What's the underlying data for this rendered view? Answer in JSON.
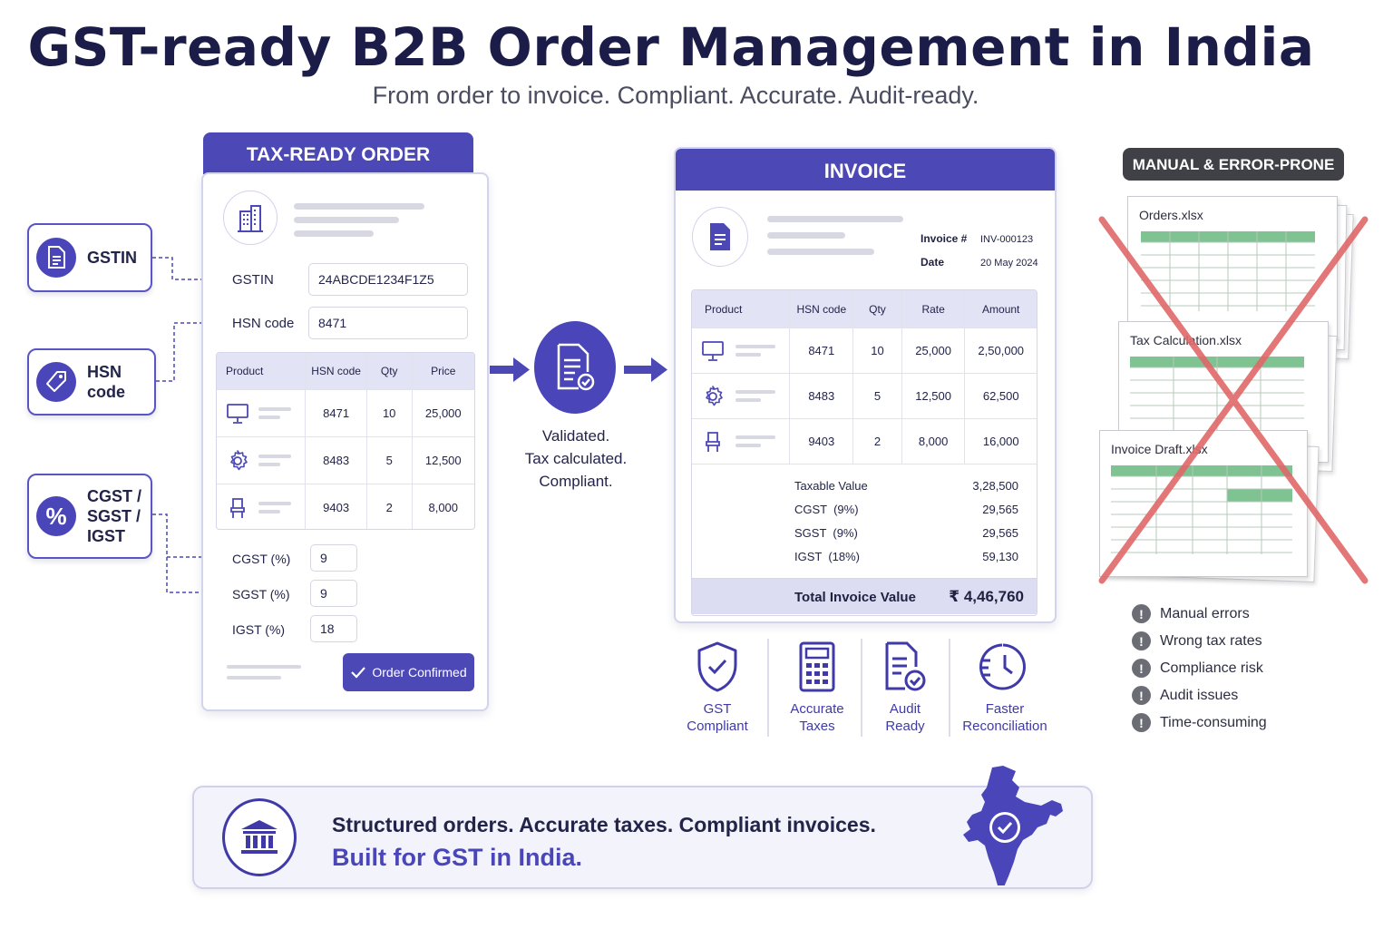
{
  "title": "GST-ready B2B Order Management in India",
  "subtitle": "From order to invoice. Compliant. Accurate. Audit-ready.",
  "colors": {
    "primary": "#4c48b6",
    "accent_light": "#e3e3f6",
    "error": "#e05c5c",
    "dark_pill": "#3f4146"
  },
  "badges": {
    "gstin": {
      "label": "GSTIN",
      "icon": "document-icon"
    },
    "hsn": {
      "label": "HSN code",
      "icon": "tag-icon"
    },
    "tax": {
      "label": "CGST / SGST / IGST",
      "line1": "CGST /",
      "line2": "SGST /",
      "line3": "IGST",
      "icon": "percent-icon"
    }
  },
  "order": {
    "header": "TAX-READY ORDER",
    "gstin_label": "GSTIN",
    "gstin_value": "24ABCDE1234F1Z5",
    "hsn_label": "HSN code",
    "hsn_value": "8471",
    "table_headers": [
      "Product",
      "HSN code",
      "Qty",
      "Price"
    ],
    "rows": [
      {
        "icon": "monitor-icon",
        "hsn": "8471",
        "qty": "10",
        "price": "25,000"
      },
      {
        "icon": "gear-icon",
        "hsn": "8483",
        "qty": "5",
        "price": "12,500"
      },
      {
        "icon": "chair-icon",
        "hsn": "9403",
        "qty": "2",
        "price": "8,000"
      }
    ],
    "cgst_label": "CGST (%)",
    "cgst_value": "9",
    "sgst_label": "SGST (%)",
    "sgst_value": "9",
    "igst_label": "IGST (%)",
    "igst_value": "18",
    "confirm_label": "Order Confirmed"
  },
  "middle": {
    "icon": "document-check-icon",
    "line1": "Validated.",
    "line2": "Tax calculated.",
    "line3": "Compliant."
  },
  "invoice": {
    "header": "INVOICE",
    "invoice_no_label": "Invoice #",
    "invoice_no": "INV-000123",
    "date_label": "Date",
    "date": "20 May 2024",
    "table_headers": [
      "Product",
      "HSN code",
      "Qty",
      "Rate",
      "Amount"
    ],
    "rows": [
      {
        "icon": "monitor-icon",
        "hsn": "8471",
        "qty": "10",
        "rate": "25,000",
        "amount": "2,50,000"
      },
      {
        "icon": "gear-icon",
        "hsn": "8483",
        "qty": "5",
        "rate": "12,500",
        "amount": "62,500"
      },
      {
        "icon": "chair-icon",
        "hsn": "9403",
        "qty": "2",
        "rate": "8,000",
        "amount": "16,000"
      }
    ],
    "summary": [
      {
        "label": "Taxable Value",
        "value": "3,28,500"
      },
      {
        "label": "CGST  (9%)",
        "value": "29,565"
      },
      {
        "label": "SGST  (9%)",
        "value": "29,565"
      },
      {
        "label": "IGST  (18%)",
        "value": "59,130"
      }
    ],
    "total_label": "Total Invoice Value",
    "total_value": "₹ 4,46,760"
  },
  "features": [
    {
      "icon": "shield-check-icon",
      "line1": "GST",
      "line2": "Compliant"
    },
    {
      "icon": "calculator-icon",
      "line1": "Accurate",
      "line2": "Taxes"
    },
    {
      "icon": "audit-document-icon",
      "line1": "Audit",
      "line2": "Ready"
    },
    {
      "icon": "clock-icon",
      "line1": "Faster",
      "line2": "Reconciliation"
    }
  ],
  "manual": {
    "pill": "MANUAL & ERROR-PRONE",
    "sheets": [
      "Orders.xlsx",
      "Tax Calculation.xlsx",
      "Invoice Draft.xlsx"
    ],
    "issues": [
      "Manual errors",
      "Wrong tax rates",
      "Compliance risk",
      "Audit issues",
      "Time-consuming"
    ]
  },
  "banner": {
    "line1": "Structured orders. Accurate taxes. Compliant invoices.",
    "line2": "Built for GST in India.",
    "left_icon": "bank-icon",
    "right_icon": "india-map-check-icon"
  }
}
